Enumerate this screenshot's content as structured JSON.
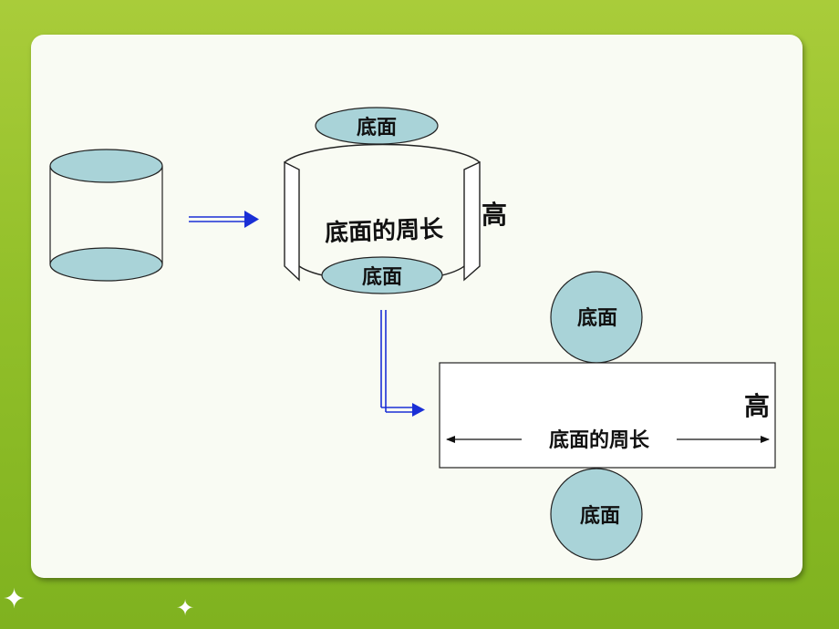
{
  "labels": {
    "base": "底面",
    "height": "高",
    "circumference": "底面的周长"
  },
  "decorations": {
    "sparkle_glyph": "✦"
  },
  "colors": {
    "background": "#9cc52f",
    "panel": "#f9fbf3",
    "disc_fill": "#a9d3d8",
    "arrow": "#1a2fd6"
  }
}
